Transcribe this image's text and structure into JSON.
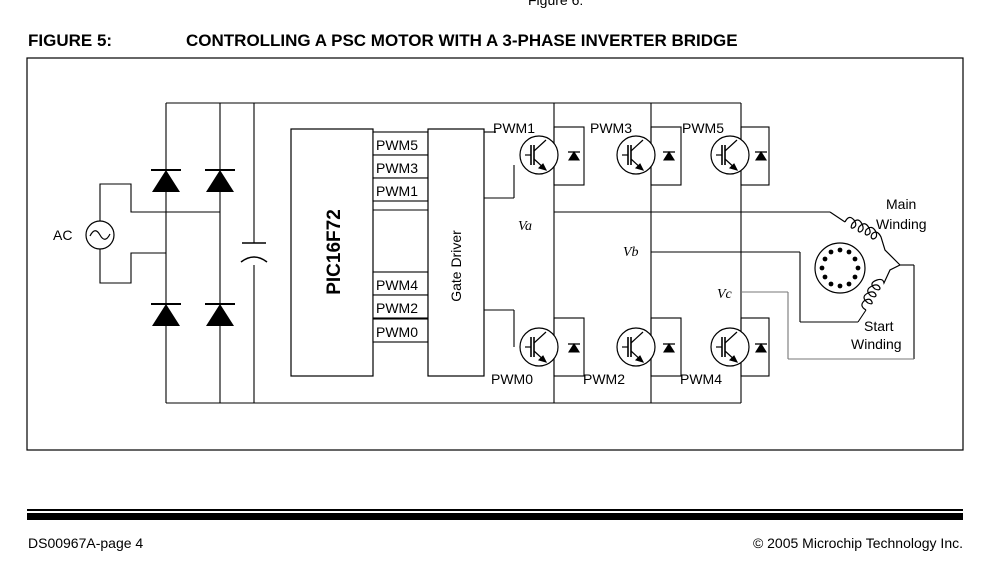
{
  "page": {
    "top_fragment": "Figure 6:",
    "figure_number": "FIGURE 5:",
    "figure_title": "CONTROLLING A PSC MOTOR WITH A 3-PHASE INVERTER BRIDGE",
    "footer_left": "DS00967A-page 4",
    "footer_right": "© 2005 Microchip Technology Inc."
  },
  "diagram": {
    "ac_label": "AC",
    "mcu_label": "PIC16F72",
    "gate_driver_label": "Gate Driver",
    "pwm_outputs": [
      "PWM5",
      "PWM3",
      "PWM1",
      "PWM4",
      "PWM2",
      "PWM0"
    ],
    "high_side_switches": [
      "PWM1",
      "PWM3",
      "PWM5"
    ],
    "low_side_switches": [
      "PWM0",
      "PWM2",
      "PWM4"
    ],
    "phase_labels": [
      "Va",
      "Vb",
      "Vc"
    ],
    "main_winding_label": [
      "Main",
      "Winding"
    ],
    "start_winding_label": [
      "Start",
      "Winding"
    ]
  }
}
